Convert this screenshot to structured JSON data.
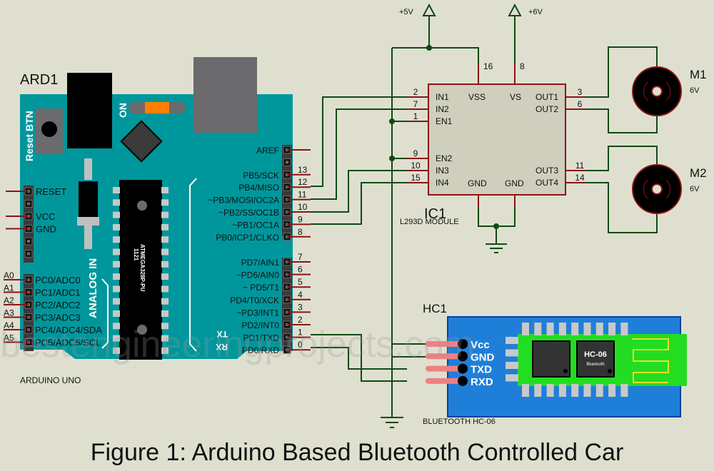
{
  "figure": {
    "caption": "Figure 1: Arduino Based Bluetooth Controlled Car",
    "watermark": "bestengineeringprojects.com"
  },
  "colors": {
    "background": "#dfdfd0",
    "arduino_board": "#00979c",
    "wire": "#0f4a14",
    "pin": "#8a1414",
    "ic_body": "#cfcfbd",
    "bt_module": "#1f7fd8",
    "bt_pcb": "#22dd22",
    "power_led": "#ff8000",
    "bt_pin_pad": "#f08080"
  },
  "arduino": {
    "ref": "ARD1",
    "name": "ARDUINO UNO",
    "reset_label": "Reset BTN",
    "on_label": "ON",
    "analog_label": "ANALOG IN",
    "chip_label": "ATMEGA328P-PU",
    "chip_code": "1121",
    "power_pins": [
      "RESET",
      "",
      "VCC",
      "GND",
      "",
      ""
    ],
    "analog_pins": [
      {
        "num": "A0",
        "label": "PC0/ADC0"
      },
      {
        "num": "A1",
        "label": "PC1/ADC1"
      },
      {
        "num": "A2",
        "label": "PC2/ADC2"
      },
      {
        "num": "A3",
        "label": "PC3/ADC3"
      },
      {
        "num": "A4",
        "label": "PC4/ADC4/SDA"
      },
      {
        "num": "A5",
        "label": "PC5/ADC5/SCL"
      }
    ],
    "digital_high": [
      {
        "num": "",
        "label": "AREF"
      },
      {
        "num": "",
        "label": ""
      },
      {
        "num": "13",
        "label": "PB5/SCK"
      },
      {
        "num": "12",
        "label": "PB4/MISO"
      },
      {
        "num": "11",
        "label": "~PB3/MOSI/OC2A"
      },
      {
        "num": "10",
        "label": "~PB2/SS/OC1B"
      },
      {
        "num": "9",
        "label": "~PB1/OC1A"
      },
      {
        "num": "8",
        "label": "PB0/ICP1/CLKO"
      }
    ],
    "digital_low": [
      {
        "num": "7",
        "label": "PD7/AIN1"
      },
      {
        "num": "6",
        "label": "~PD6/AIN0"
      },
      {
        "num": "5",
        "label": "~ PD5/T1"
      },
      {
        "num": "4",
        "label": "PD4/T0/XCK"
      },
      {
        "num": "3",
        "label": "~PD3/INT1"
      },
      {
        "num": "2",
        "label": "PD2/INT0"
      },
      {
        "num": "1",
        "label": "PD1/TXD"
      },
      {
        "num": "0",
        "label": "PD0/RXD"
      }
    ],
    "tx_label": "TX",
    "rx_label": "RX"
  },
  "ic1": {
    "ref": "IC1",
    "name": "L293D MODULE",
    "left_pins": [
      {
        "num": "2",
        "label": "IN1"
      },
      {
        "num": "7",
        "label": "IN2"
      },
      {
        "num": "1",
        "label": "EN1"
      },
      {
        "num": "9",
        "label": "EN2"
      },
      {
        "num": "10",
        "label": "IN3"
      },
      {
        "num": "15",
        "label": "IN4"
      }
    ],
    "right_pins": [
      {
        "num": "3",
        "label": "OUT1"
      },
      {
        "num": "6",
        "label": "OUT2"
      },
      {
        "num": "11",
        "label": "OUT3"
      },
      {
        "num": "14",
        "label": "OUT4"
      }
    ],
    "top_pins": [
      {
        "num": "16",
        "label": "VSS"
      },
      {
        "num": "8",
        "label": "VS"
      }
    ],
    "bottom_pins": [
      {
        "label": "GND"
      },
      {
        "label": "GND"
      }
    ]
  },
  "power": {
    "vcc5": "+5V",
    "vcc6": "+6V"
  },
  "motors": [
    {
      "ref": "M1",
      "value": "6V"
    },
    {
      "ref": "M2",
      "value": "6V"
    }
  ],
  "bluetooth": {
    "ref": "HC1",
    "name": "BLUETOOTH HC-06",
    "chip_label": "HC-06",
    "chip_sub": "Bluetooth",
    "pins": [
      "Vcc",
      "GND",
      "TXD",
      "RXD"
    ]
  }
}
